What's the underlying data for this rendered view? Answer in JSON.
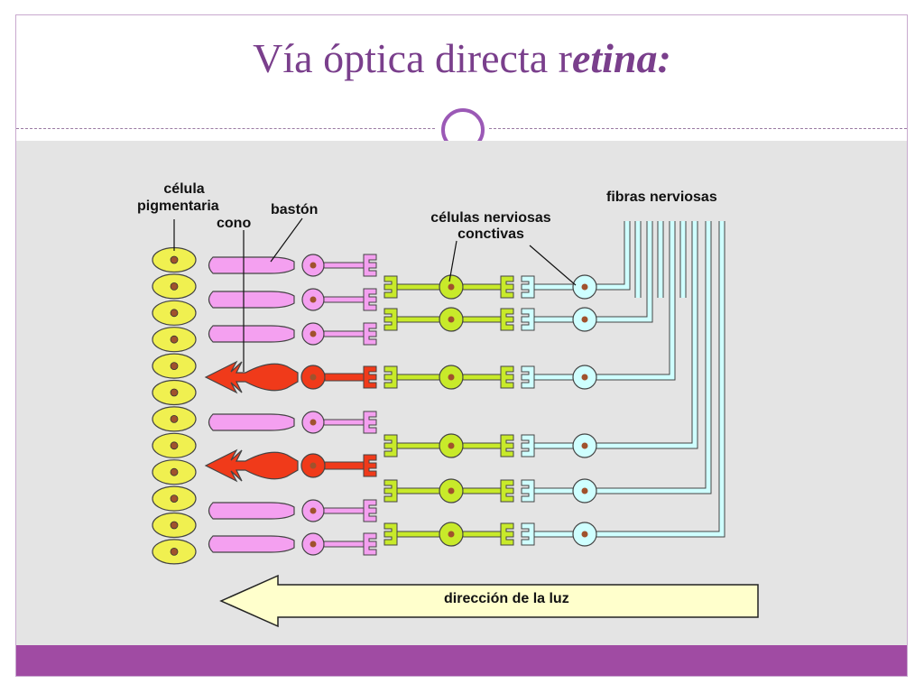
{
  "slide": {
    "title_plain": "Vía óptica directa r",
    "title_emph": "etina:"
  },
  "diagram": {
    "label_pigment_1": "célula",
    "label_pigment_2": "pigmentaria",
    "label_cone": "cono",
    "label_rod": "bastón",
    "label_bipolar_1": "células nerviosas",
    "label_bipolar_2": "conctivas",
    "label_fibers": "fibras nerviosas",
    "label_light": "dirección de la luz"
  },
  "colors": {
    "accent": "#9b59b6",
    "footer": "#a04ba3",
    "pigment": "#f0f050",
    "rod": "#f4a0f0",
    "cone": "#f03a1a",
    "bipolar": "#c8ea2a",
    "ganglion": "#cfffff",
    "arrow": "#ffffcc"
  }
}
